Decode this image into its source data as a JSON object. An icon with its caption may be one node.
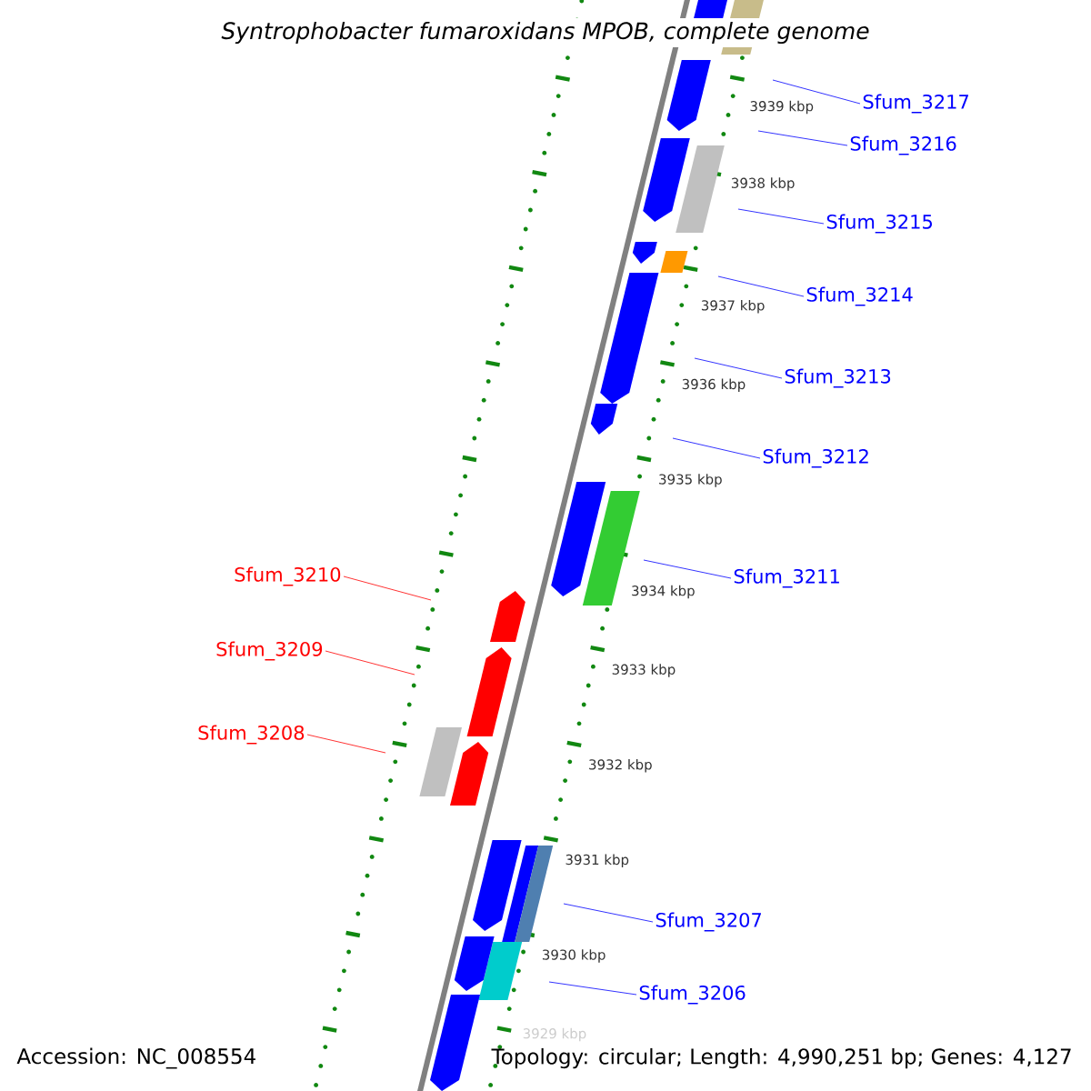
{
  "diagram": {
    "title": "Syntrophobacter fumaroxidans MPOB, complete genome",
    "nodes": [
      {
        "text": [
          "Sfum_3217"
        ]
      },
      {
        "text": [
          "Sfum_3216"
        ]
      },
      {
        "text": [
          "Sfum_3215"
        ]
      },
      {
        "text": [
          "Sfum_3214"
        ]
      },
      {
        "text": [
          "Sfum_3213"
        ]
      },
      {
        "text": [
          "Sfum_3212"
        ]
      },
      {
        "text": [
          "Sfum_3211"
        ]
      },
      {
        "text": [
          "Sfum_3210"
        ]
      },
      {
        "text": [
          "Sfum_3209"
        ]
      },
      {
        "text": [
          "Sfum_3208"
        ]
      },
      {
        "text": [
          "Sfum_3207"
        ]
      },
      {
        "text": [
          "Sfum_3206"
        ]
      }
    ],
    "edges": [
      {
        "from": 0,
        "to": null,
        "arrow": "none"
      },
      {
        "from": 1,
        "to": null,
        "arrow": "none"
      },
      {
        "from": 2,
        "to": null,
        "arrow": "none"
      },
      {
        "from": 3,
        "to": null,
        "arrow": "none"
      },
      {
        "from": 4,
        "to": null,
        "arrow": "none"
      },
      {
        "from": 5,
        "to": null,
        "arrow": "none"
      },
      {
        "from": 6,
        "to": null,
        "arrow": "none"
      },
      {
        "from": 7,
        "to": null,
        "arrow": "none",
        "color": "#ff0000"
      },
      {
        "from": 8,
        "to": null,
        "arrow": "none",
        "color": "#ff0000"
      },
      {
        "from": 9,
        "to": null,
        "arrow": "none",
        "color": "#ff0000"
      },
      {
        "from": 10,
        "to": null,
        "arrow": "none"
      },
      {
        "from": 11,
        "to": null,
        "arrow": "none"
      }
    ],
    "labels": [
      "3939 kbp",
      "3938 kbp",
      "3937 kbp",
      "3936 kbp",
      "3935 kbp",
      "3934 kbp",
      "3933 kbp",
      "3932 kbp",
      "3931 kbp",
      "3930 kbp",
      "3929 kbp",
      "Accession: NC_008554",
      "Topology: circular; Length: 4,990,251 bp; Genes: 4,127"
    ]
  }
}
